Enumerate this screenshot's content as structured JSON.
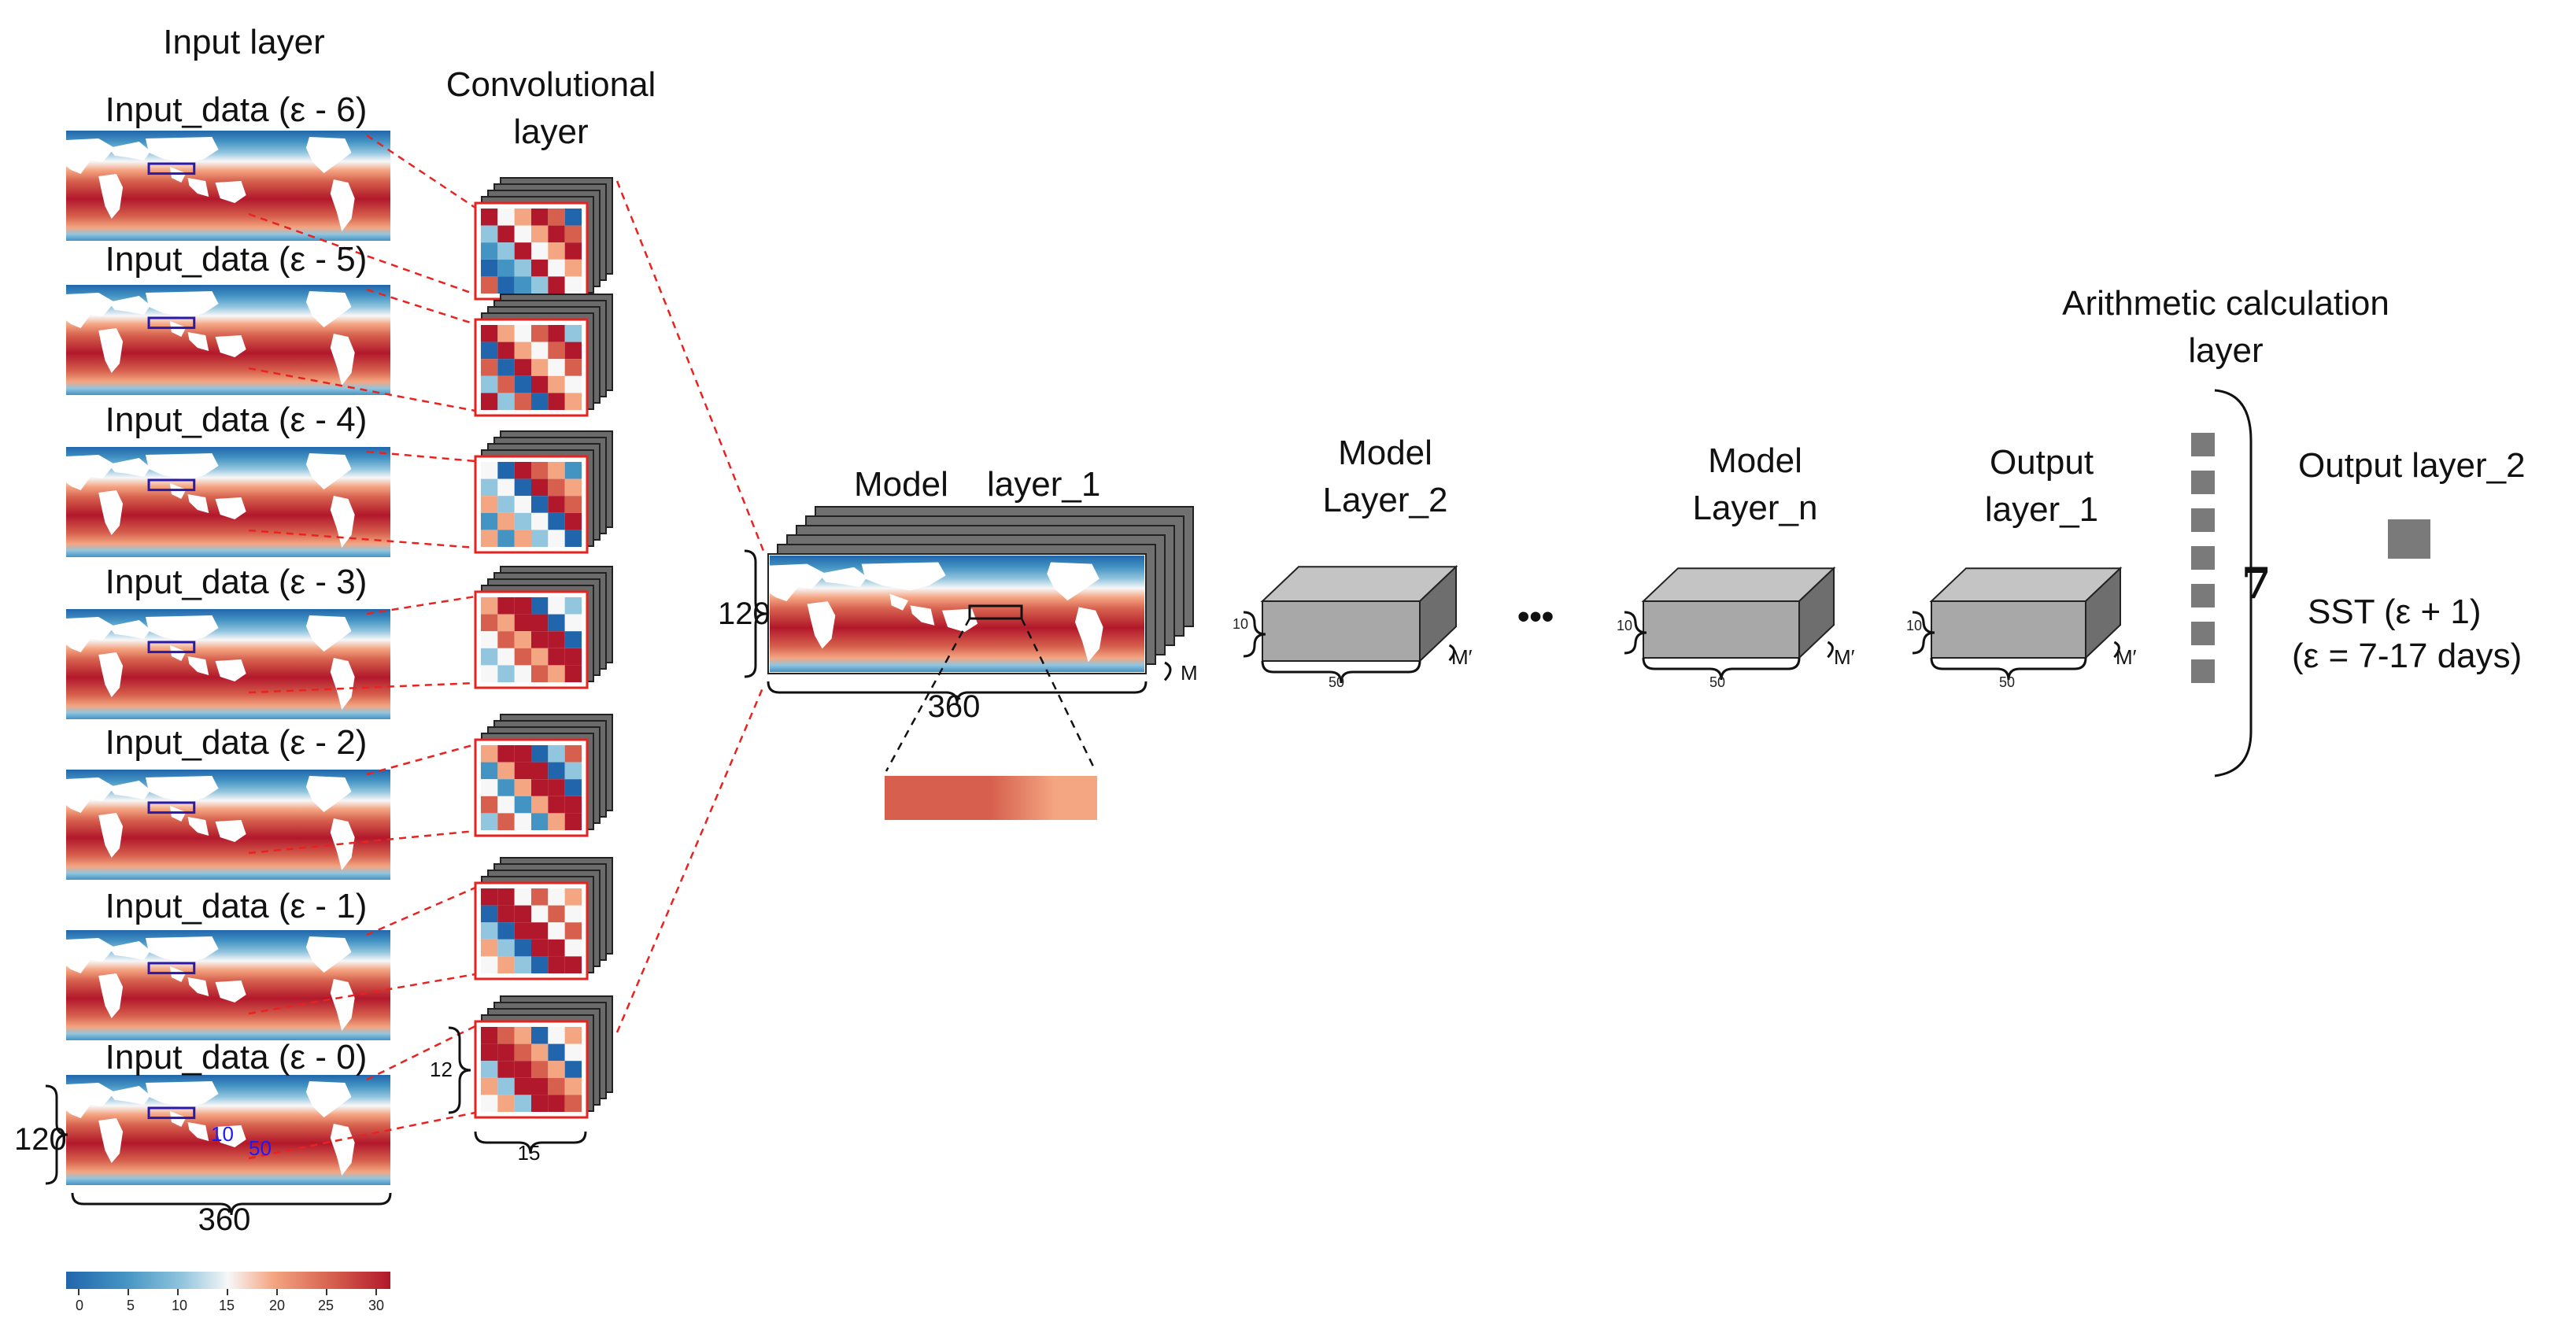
{
  "labels": {
    "input_layer": "Input layer",
    "conv_layer_line1": "Convolutional",
    "conv_layer_line2": "layer",
    "model_layer1_a": "Model",
    "model_layer1_b": "layer_1",
    "model_layer2_line1": "Model",
    "model_layer2_line2": "Layer_2",
    "model_layern_line1": "Model",
    "model_layern_line2": "Layer_n",
    "output_layer1_line1": "Output",
    "output_layer1_line2": "layer_1",
    "arith_line1": "Arithmetic calculation",
    "arith_line2": "layer",
    "output_layer2": "Output layer_2",
    "sst_line1": "SST (ε + 1)",
    "sst_line2": "(ε = 7-17 days)",
    "ellipsis": "•••",
    "seven": "7"
  },
  "inputs": [
    "Input_data (ε - 6)",
    "Input_data (ε - 5)",
    "Input_data (ε - 4)",
    "Input_data (ε - 3)",
    "Input_data (ε - 2)",
    "Input_data (ε - 1)",
    "Input_data (ε - 0)"
  ],
  "dims": {
    "input_h": "120",
    "input_w": "360",
    "box_h": "10",
    "box_w": "50",
    "conv_h": "12",
    "conv_w": "15",
    "model_h": "120",
    "model_w": "360",
    "model_m": "M",
    "block_h": "10",
    "block_w": "50",
    "block_m": "M′"
  },
  "colorbar": {
    "ticks": [
      "0",
      "5",
      "10",
      "15",
      "20",
      "25",
      "30"
    ]
  },
  "colors": {
    "sst_dark_red": "#b2182b",
    "sst_red": "#d6604d",
    "sst_light": "#f4a582",
    "sst_white": "#f7f7f7",
    "sst_light_blue": "#92c5de",
    "sst_blue": "#4393c3",
    "sst_dark_blue": "#2166ac",
    "box_gray": "#a8a8a8",
    "dash_red": "#e8231f",
    "marker_blue": "#2a1aa8"
  }
}
